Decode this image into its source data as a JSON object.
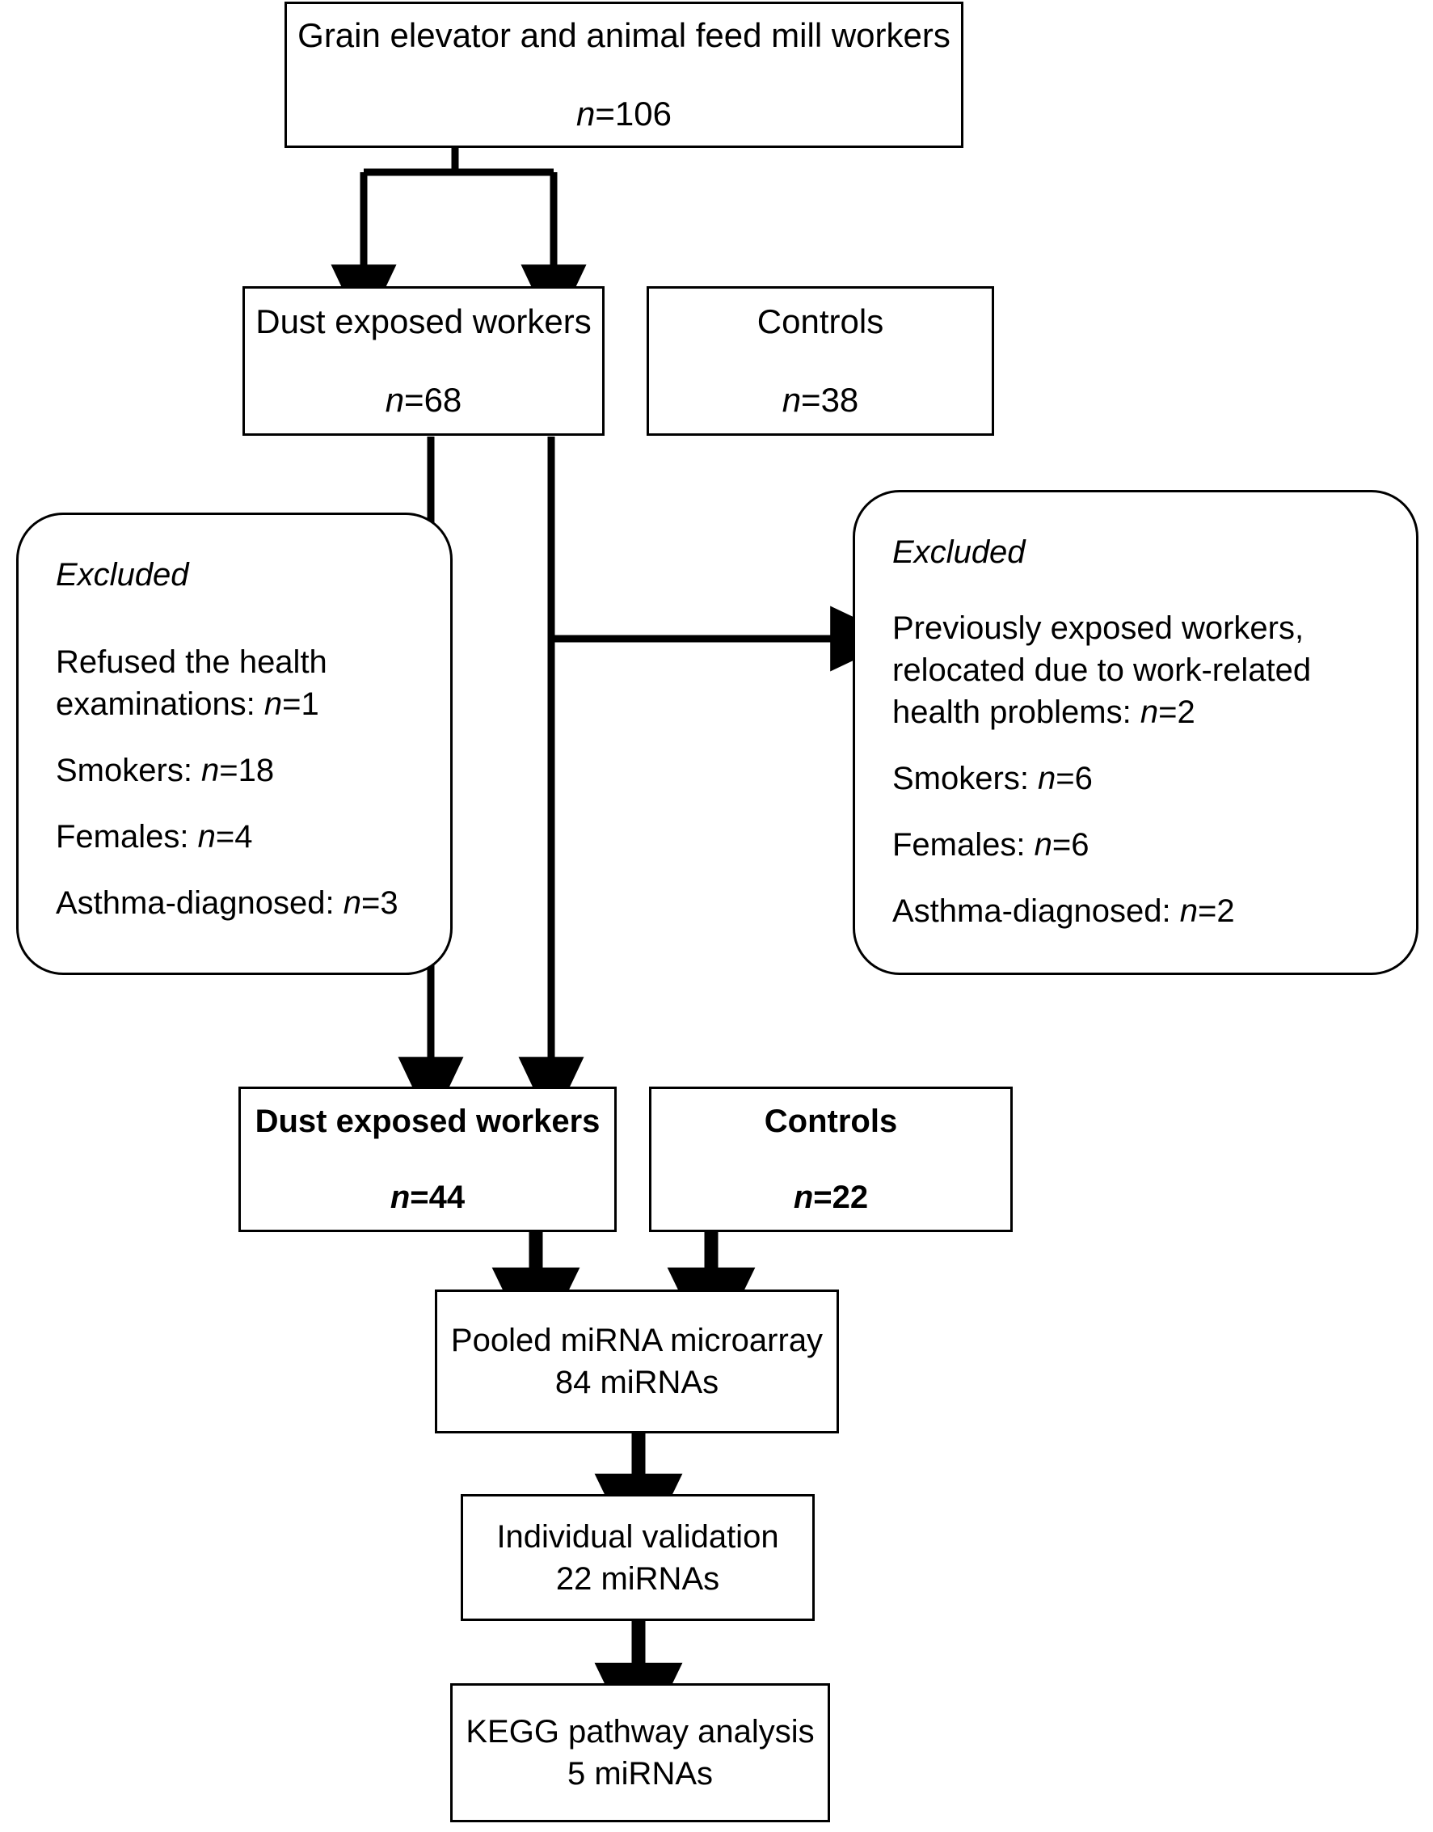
{
  "figure": {
    "type": "flowchart",
    "title": "Study participant flow diagram",
    "line_color": "#000000",
    "background": "#ffffff"
  },
  "nodes": {
    "cohort": {
      "line1": "Grain elevator and animal feed mill workers",
      "line2_prefix": "n",
      "line2_suffix": "=106"
    },
    "dust_initial": {
      "line1": "Dust exposed workers",
      "line2_prefix": "n",
      "line2_suffix": "=68"
    },
    "controls_initial": {
      "line1": "Controls",
      "line2_prefix": "n",
      "line2_suffix": "=38"
    },
    "excluded_left": {
      "heading": "Excluded",
      "items": [
        {
          "text": "Refused the health examinations: ",
          "n": "n",
          "value": "=1"
        },
        {
          "text": "Smokers: ",
          "n": "n",
          "value": "=18"
        },
        {
          "text": "Females: ",
          "n": "n",
          "value": "=4"
        },
        {
          "text": "Asthma-diagnosed: ",
          "n": "n",
          "value": "=3"
        }
      ]
    },
    "excluded_right": {
      "heading": "Excluded",
      "items": [
        {
          "text": "Previously exposed workers, relocated due to work-related health problems: ",
          "n": "n",
          "value": "=2"
        },
        {
          "text": "Smokers: ",
          "n": "n",
          "value": "=6"
        },
        {
          "text": "Females: ",
          "n": "n",
          "value": "=6"
        },
        {
          "text": "Asthma-diagnosed: ",
          "n": "n",
          "value": "=2"
        }
      ]
    },
    "dust_final": {
      "line1": "Dust exposed workers",
      "line2_prefix": "n",
      "line2_suffix": "=44"
    },
    "controls_final": {
      "line1": "Controls",
      "line2_prefix": "n",
      "line2_suffix": "=22"
    },
    "microarray": {
      "line1": "Pooled miRNA microarray",
      "line2": "84 miRNAs"
    },
    "validation": {
      "line1": "Individual validation",
      "line2": "22 miRNAs"
    },
    "kegg": {
      "line1": "KEGG pathway analysis",
      "line2": "5 miRNAs"
    }
  }
}
